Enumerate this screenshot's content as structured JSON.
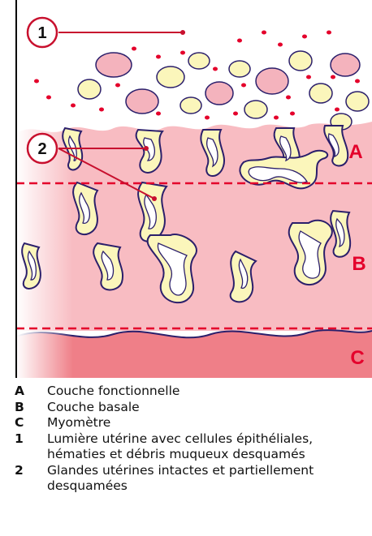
{
  "layers": [
    {
      "key": "A",
      "label": "Couche fonctionnelle"
    },
    {
      "key": "B",
      "label": "Couche basale"
    },
    {
      "key": "C",
      "label": "Myomètre"
    }
  ],
  "callouts": [
    {
      "key": "1",
      "label": "Lumière utérine avec cellules épithéliales, hématies et débris muqueux desquamés"
    },
    {
      "key": "2",
      "label": "Glandes utérines intactes et partiellement desquamées"
    }
  ],
  "colors": {
    "tissue_pink": "#f7b6bd",
    "tissue_light": "#fde1e3",
    "myometrium": "#ee7d86",
    "gland_yellow": "#fbf6bb",
    "gland_outline": "#2b1f6b",
    "red_marker": "#e4002b",
    "callout_red": "#c8102e",
    "lumen_cell_pink": "#f4b3bd"
  }
}
